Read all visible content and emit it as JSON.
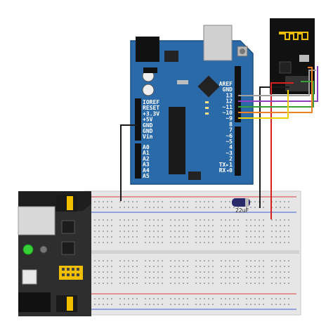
{
  "arduino": {
    "left_header_labels": [
      "IOREF",
      "RESET",
      "+3.3V",
      "+5V",
      "GND",
      "GND",
      "Vin"
    ],
    "analog_labels": [
      "A0",
      "A1",
      "A2",
      "A3",
      "A4",
      "A5"
    ],
    "right_header_labels": [
      "AREF",
      "GND",
      "13",
      "12",
      "~11",
      "~10",
      "~9",
      "8",
      "7",
      "~6",
      "~5",
      "4",
      "~3",
      "2",
      "TX▸1",
      "RX◂0"
    ]
  },
  "capacitor": {
    "label": "22uF"
  },
  "colors": {
    "board": "#2a6aa8",
    "breadboard": "#e8e8e8",
    "wire_black": "#1a1a1a",
    "wire_red": "#d82020",
    "wire_orange": "#f08020",
    "wire_purple": "#9040c0",
    "wire_green": "#38a038",
    "wire_yellow": "#f0d000",
    "wire_grey": "#a0a0a0"
  }
}
